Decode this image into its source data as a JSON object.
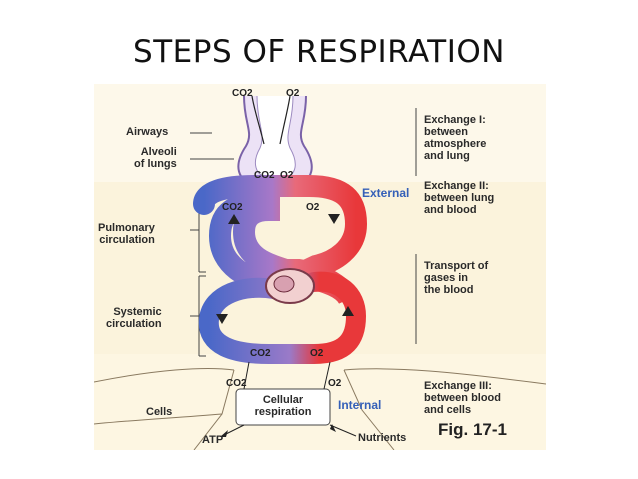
{
  "slide": {
    "title": "STEPS OF RESPIRATION"
  },
  "figure": {
    "left_labels": {
      "airways": "Airways",
      "alveoli": "Alveoli\nof lungs",
      "pulmonary": "Pulmonary\ncirculation",
      "systemic": "Systemic\ncirculation",
      "cells": "Cells"
    },
    "right_labels": {
      "exchange1": "Exchange I:\nbetween\natmosphere\nand lung",
      "exchange2": "Exchange II:\nbetween lung\nand blood",
      "transport": "Transport of\ngases in\nthe blood",
      "exchange3": "Exchange III:\nbetween blood\nand cells"
    },
    "markers": {
      "external": "External",
      "internal": "Internal"
    },
    "gases": {
      "co2": "CO2",
      "o2": "O2"
    },
    "cell_box": "Cellular\nrespiration",
    "atp": "ATP",
    "nutrients": "Nutrients",
    "fig_number": "Fig. 17-1",
    "colors": {
      "background": "#fbf3dc",
      "deoxygenated": "#4a68c8",
      "oxygenated": "#e8383a",
      "alveoli": "#d8c8ee",
      "external_text": "#3560b8"
    }
  }
}
